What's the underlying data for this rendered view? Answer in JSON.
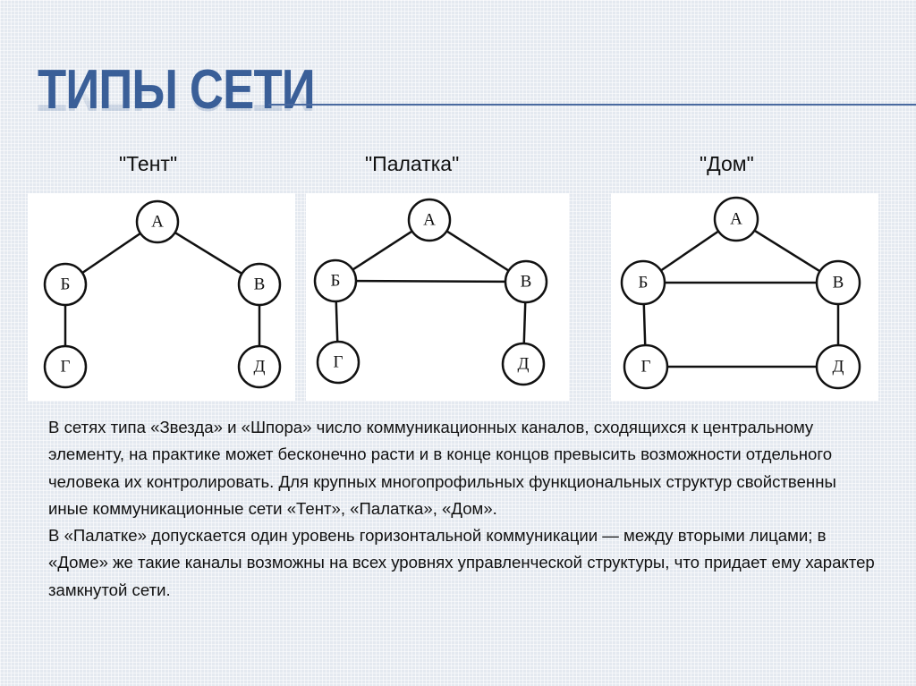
{
  "title": "ТИПЫ СЕТИ",
  "diagrams": [
    {
      "label": "\"Тент\"",
      "nodes": {
        "a": "А",
        "b": "Б",
        "v": "В",
        "g": "Г",
        "d": "Д"
      }
    },
    {
      "label": "\"Палатка\"",
      "nodes": {
        "a": "А",
        "b": "Б",
        "v": "В",
        "g": "Г",
        "d": "Д"
      }
    },
    {
      "label": "\"Дом\"",
      "nodes": {
        "a": "А",
        "b": "Б",
        "v": "В",
        "g": "Г",
        "d": "Д"
      }
    }
  ],
  "body": {
    "p1": "В сетях типа «Звезда» и «Шпора» число коммуникационных каналов, сходящихся к центральному элементу, на практике может бесконечно расти и в конце концов превысить возможности отдельного человека их контролировать. Для крупных многопрофильных функциональных структур свойственны иные коммуникационные сети «Тент», «Палатка», «Дом».",
    "p2": "В «Палатке» допускается один уровень горизонтальной коммуникации — между вторыми лицами; в «Доме» же такие каналы возможны на всех уровнях управленческой структуры, что придает ему характер замкнутой сети."
  }
}
